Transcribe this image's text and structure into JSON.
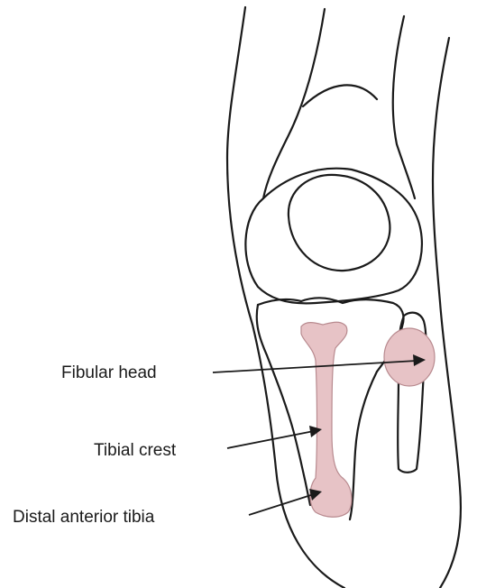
{
  "labels": {
    "fibular_head": "Fibular head",
    "tibial_crest": "Tibial crest",
    "distal_anterior_tibia": "Distal anterior tibia"
  },
  "colors": {
    "bone_highlight": "#e7c3c6",
    "line": "#1a1a1a",
    "background": "#ffffff"
  }
}
